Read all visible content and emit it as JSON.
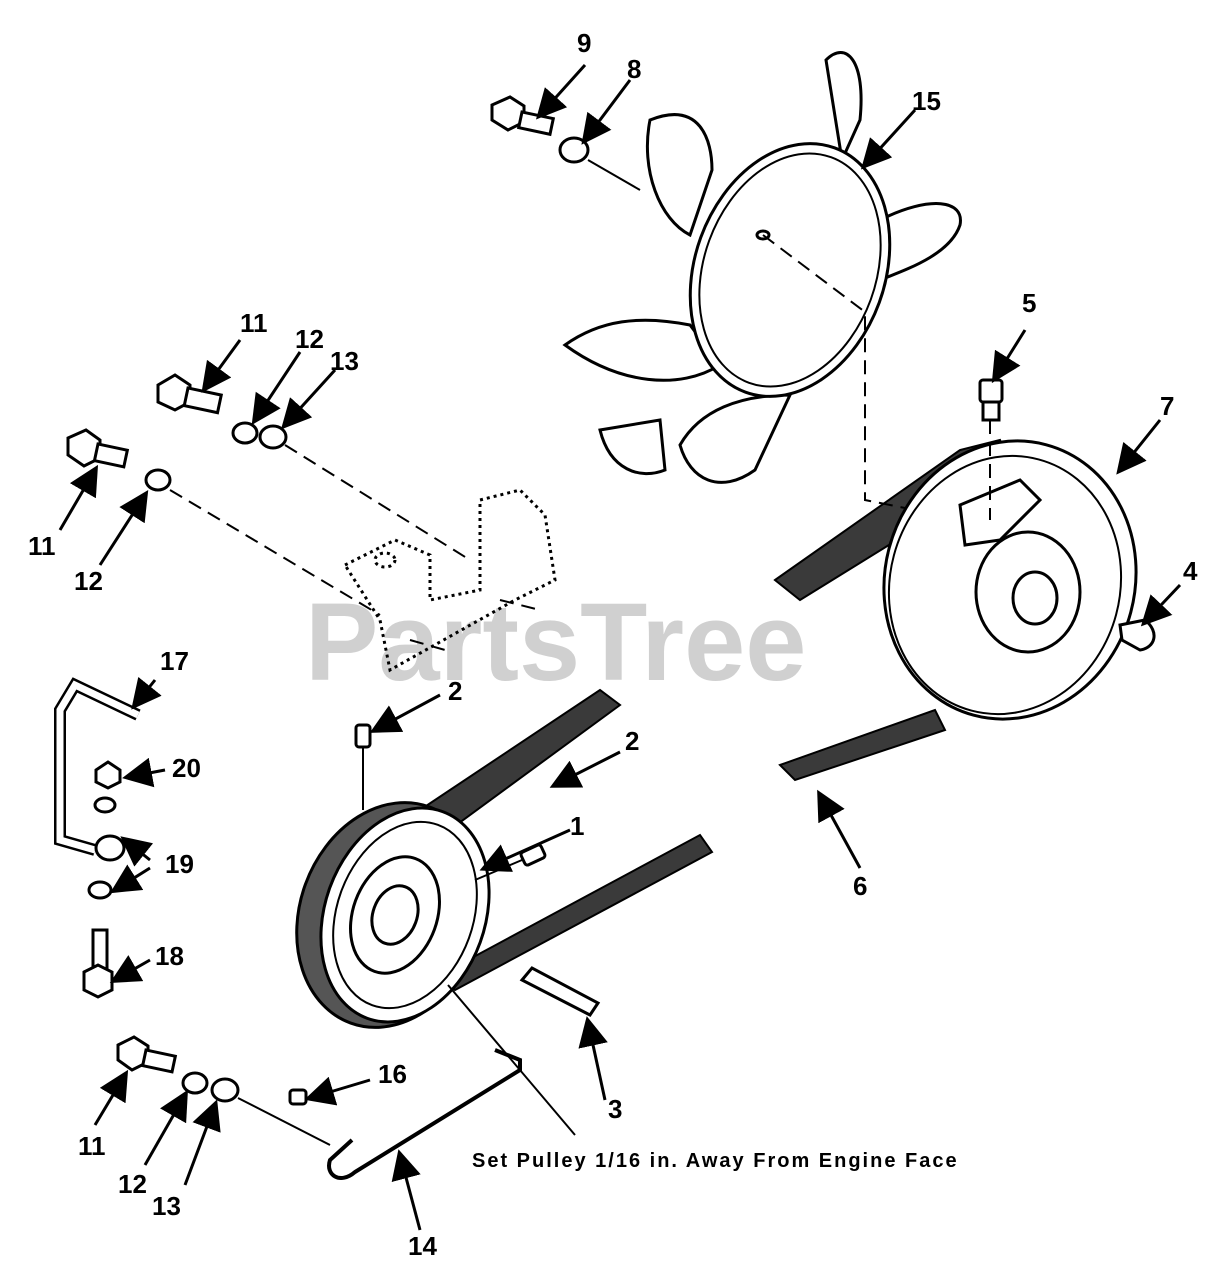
{
  "watermark": "PartsTree",
  "note": "Set Pulley 1/16 in. Away From Engine Face",
  "callouts": {
    "c1": "1",
    "c2a": "2",
    "c2b": "2",
    "c3": "3",
    "c4": "4",
    "c5": "5",
    "c6": "6",
    "c7": "7",
    "c8": "8",
    "c9": "9",
    "c11a": "11",
    "c11b": "11",
    "c11c": "11",
    "c12a": "12",
    "c12b": "12",
    "c12c": "12",
    "c13a": "13",
    "c13b": "13",
    "c14": "14",
    "c15": "15",
    "c16": "16",
    "c17": "17",
    "c18": "18",
    "c19": "19",
    "c20": "20"
  }
}
